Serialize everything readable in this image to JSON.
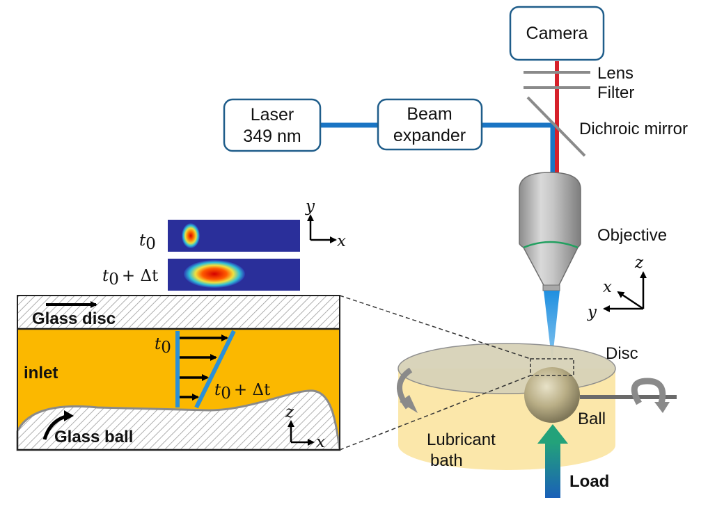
{
  "components": {
    "camera": "Camera",
    "lens": "Lens",
    "filter": "Filter",
    "laser_line1": "Laser",
    "laser_line2": "349 nm",
    "beam_expander_line1": "Beam",
    "beam_expander_line2": "expander",
    "dichroic_mirror": "Dichroic mirror",
    "objective": "Objective",
    "disc": "Disc",
    "ball": "Ball",
    "lubricant_bath_line1": "Lubricant",
    "lubricant_bath_line2": "bath",
    "load": "Load"
  },
  "inset": {
    "glass_disc": "Glass disc",
    "inlet": "inlet",
    "glass_ball": "Glass ball",
    "t0": "t",
    "t0_sub": "0",
    "t_plus_dt": "+ Δt"
  },
  "images": {
    "t0": "t",
    "t0_sub": "0",
    "t_plus_dt": "+ Δt"
  },
  "axes": {
    "x": "x",
    "y": "y",
    "z": "z"
  },
  "colors": {
    "laser_beam": "#1a75c4",
    "camera_beam": "#d6202a",
    "lubricant_fill": "#fbb800",
    "bath_fill": "#fbe7aa",
    "box_stroke": "#1f5d8a"
  }
}
